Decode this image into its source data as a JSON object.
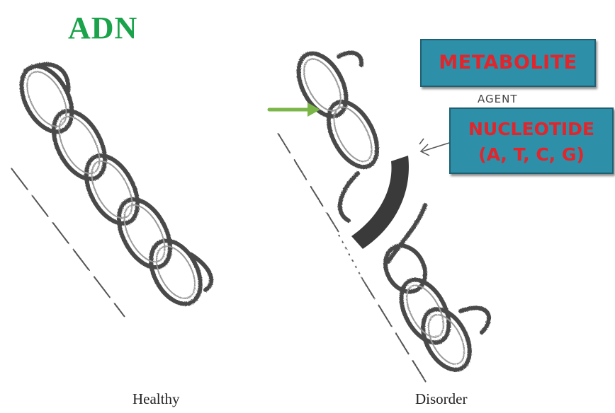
{
  "title": "ADN",
  "captions": {
    "healthy": "Healthy",
    "disorder": "Disorder"
  },
  "labels": {
    "metabolite": "METABOLITE",
    "agent": "AGENT",
    "nucleotide_line1": "NUCLEOTIDE",
    "nucleotide_line2": "(A, T, C, G)"
  },
  "colors": {
    "title": "#1aa34a",
    "box_fill": "#2d8fa8",
    "box_text": "#e3242b",
    "arrow": "#7ab648",
    "helix": "#4a4a4a",
    "damage_band": "#3a3a3a"
  }
}
